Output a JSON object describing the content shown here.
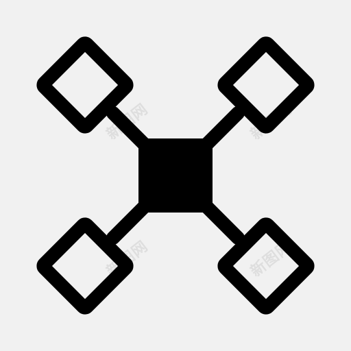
{
  "icon": {
    "name": "network-hub-icon",
    "stroke_color": "#000000",
    "background_color": "#f1f1f1"
  },
  "watermarks": [
    "新图网",
    "新图网",
    "新图网",
    "新图网"
  ]
}
